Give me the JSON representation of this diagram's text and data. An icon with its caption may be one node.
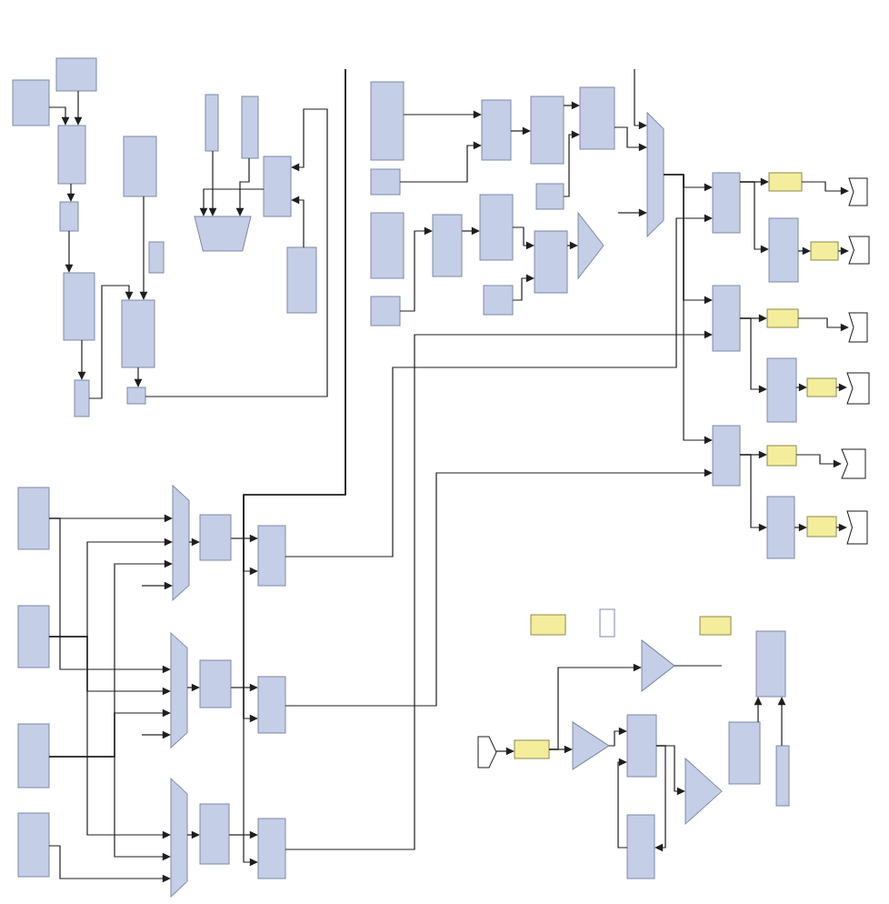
{
  "diagram": {
    "nodes": [
      {
        "text": [],
        "shape": "box"
      },
      {
        "text": [],
        "shape": "box"
      },
      {
        "text": [],
        "shape": "box"
      },
      {
        "text": [],
        "shape": "box"
      },
      {
        "text": [],
        "shape": "box"
      },
      {
        "text": [],
        "shape": "box"
      },
      {
        "text": [],
        "shape": "box"
      },
      {
        "text": [],
        "shape": "box"
      },
      {
        "text": [],
        "shape": "box"
      },
      {
        "text": [],
        "shape": "box"
      },
      {
        "text": [],
        "shape": "box"
      },
      {
        "text": [],
        "shape": "box"
      },
      {
        "text": [],
        "shape": "trapezoid"
      },
      {
        "text": [],
        "shape": "box"
      },
      {
        "text": [],
        "shape": "box"
      },
      {
        "text": [],
        "shape": "box"
      },
      {
        "text": [],
        "shape": "box"
      },
      {
        "text": [],
        "shape": "box"
      },
      {
        "text": [],
        "shape": "box"
      },
      {
        "text": [],
        "shape": "box"
      },
      {
        "text": [],
        "shape": "box"
      },
      {
        "text": [],
        "shape": "box"
      },
      {
        "text": [],
        "shape": "box"
      },
      {
        "text": [],
        "shape": "box"
      },
      {
        "text": [],
        "shape": "box"
      },
      {
        "text": [],
        "shape": "box"
      },
      {
        "text": [],
        "shape": "box"
      },
      {
        "text": [],
        "shape": "triangle"
      },
      {
        "text": [],
        "shape": "trapezoid"
      },
      {
        "text": [],
        "shape": "box"
      },
      {
        "text": [],
        "shape": "box"
      },
      {
        "text": [],
        "shape": "pentagon"
      },
      {
        "text": [],
        "shape": "box"
      },
      {
        "text": [],
        "shape": "box"
      },
      {
        "text": [],
        "shape": "pentagon"
      },
      {
        "text": [],
        "shape": "box"
      },
      {
        "text": [],
        "shape": "box"
      },
      {
        "text": [],
        "shape": "pentagon"
      },
      {
        "text": [],
        "shape": "box"
      },
      {
        "text": [],
        "shape": "box"
      },
      {
        "text": [],
        "shape": "pentagon"
      },
      {
        "text": [],
        "shape": "box"
      },
      {
        "text": [],
        "shape": "box"
      },
      {
        "text": [],
        "shape": "pentagon"
      },
      {
        "text": [],
        "shape": "box"
      },
      {
        "text": [],
        "shape": "box"
      },
      {
        "text": [],
        "shape": "pentagon"
      },
      {
        "text": [],
        "shape": "box"
      },
      {
        "text": [],
        "shape": "box"
      },
      {
        "text": [],
        "shape": "box"
      },
      {
        "text": [],
        "shape": "box"
      },
      {
        "text": [],
        "shape": "trapezoid"
      },
      {
        "text": [],
        "shape": "box"
      },
      {
        "text": [],
        "shape": "box"
      },
      {
        "text": [],
        "shape": "trapezoid"
      },
      {
        "text": [],
        "shape": "box"
      },
      {
        "text": [],
        "shape": "box"
      },
      {
        "text": [],
        "shape": "trapezoid"
      },
      {
        "text": [],
        "shape": "box"
      },
      {
        "text": [],
        "shape": "box"
      },
      {
        "text": [],
        "shape": "box"
      },
      {
        "text": [],
        "shape": "box"
      },
      {
        "text": [],
        "shape": "box"
      },
      {
        "text": [],
        "shape": "triangle"
      },
      {
        "text": [],
        "shape": "box"
      },
      {
        "text": [],
        "shape": "pentagon"
      },
      {
        "text": [],
        "shape": "box"
      },
      {
        "text": [],
        "shape": "triangle"
      },
      {
        "text": [],
        "shape": "box"
      },
      {
        "text": [],
        "shape": "triangle"
      },
      {
        "text": [],
        "shape": "box"
      },
      {
        "text": [],
        "shape": "box"
      },
      {
        "text": [],
        "shape": "box"
      }
    ],
    "edges": [
      {
        "from": 0,
        "to": 2,
        "arrow": "to"
      },
      {
        "from": 1,
        "to": 2,
        "arrow": "to"
      },
      {
        "from": 2,
        "to": 3,
        "arrow": "to"
      },
      {
        "from": 3,
        "to": 4,
        "arrow": "to"
      },
      {
        "from": 4,
        "to": 5,
        "arrow": "to"
      },
      {
        "from": 5,
        "to": 8,
        "arrow": "to"
      },
      {
        "from": 6,
        "to": 8,
        "arrow": "to"
      },
      {
        "from": 8,
        "to": 9,
        "arrow": "to"
      },
      {
        "from": 9,
        "to": 13,
        "arrow": "to"
      },
      {
        "from": 14,
        "to": 13,
        "arrow": "to"
      },
      {
        "from": 10,
        "to": 12,
        "arrow": "to"
      },
      {
        "from": 11,
        "to": 12,
        "arrow": "to"
      },
      {
        "from": 13,
        "to": 12,
        "arrow": "to"
      },
      {
        "from": 15,
        "to": 19,
        "arrow": "to"
      },
      {
        "from": 16,
        "to": 19,
        "arrow": "to"
      },
      {
        "from": 19,
        "to": 20,
        "arrow": "to"
      },
      {
        "from": 20,
        "to": 22,
        "arrow": "to"
      },
      {
        "from": 21,
        "to": 22,
        "arrow": "to"
      },
      {
        "from": 22,
        "to": 28,
        "arrow": "to"
      },
      {
        "from": null,
        "to": 28,
        "arrow": "to"
      },
      {
        "from": null,
        "to": 28,
        "arrow": "to"
      },
      {
        "from": 18,
        "to": 23,
        "arrow": "to"
      },
      {
        "from": 23,
        "to": 24,
        "arrow": "to"
      },
      {
        "from": 24,
        "to": 26,
        "arrow": "to"
      },
      {
        "from": 25,
        "to": 26,
        "arrow": "to"
      },
      {
        "from": 26,
        "to": 27,
        "arrow": "to"
      },
      {
        "from": 28,
        "to": 29,
        "arrow": "to"
      },
      {
        "from": 28,
        "to": 35,
        "arrow": "to"
      },
      {
        "from": 28,
        "to": 41,
        "arrow": "to"
      },
      {
        "from": 29,
        "to": 30,
        "arrow": "to"
      },
      {
        "from": 30,
        "to": 31,
        "arrow": "to"
      },
      {
        "from": 29,
        "to": 32,
        "arrow": "to"
      },
      {
        "from": 32,
        "to": 33,
        "arrow": "to"
      },
      {
        "from": 33,
        "to": 34,
        "arrow": "to"
      },
      {
        "from": 35,
        "to": 36,
        "arrow": "to"
      },
      {
        "from": 36,
        "to": 37,
        "arrow": "to"
      },
      {
        "from": 35,
        "to": 38,
        "arrow": "to"
      },
      {
        "from": 38,
        "to": 39,
        "arrow": "to"
      },
      {
        "from": 39,
        "to": 40,
        "arrow": "to"
      },
      {
        "from": 41,
        "to": 42,
        "arrow": "to"
      },
      {
        "from": 42,
        "to": 43,
        "arrow": "to"
      },
      {
        "from": 41,
        "to": 44,
        "arrow": "to"
      },
      {
        "from": 44,
        "to": 45,
        "arrow": "to"
      },
      {
        "from": 45,
        "to": 46,
        "arrow": "to"
      },
      {
        "from": 53,
        "to": 29,
        "arrow": "to"
      },
      {
        "from": 56,
        "to": 41,
        "arrow": "to"
      },
      {
        "from": 59,
        "to": 35,
        "arrow": "to"
      },
      {
        "from": 47,
        "to": 51,
        "arrow": "to"
      },
      {
        "from": 47,
        "to": 54,
        "arrow": "to"
      },
      {
        "from": 48,
        "to": 51,
        "arrow": "to"
      },
      {
        "from": 48,
        "to": 54,
        "arrow": "to"
      },
      {
        "from": 48,
        "to": 57,
        "arrow": "to"
      },
      {
        "from": 49,
        "to": 51,
        "arrow": "to"
      },
      {
        "from": 49,
        "to": 54,
        "arrow": "to"
      },
      {
        "from": 49,
        "to": 57,
        "arrow": "to"
      },
      {
        "from": 50,
        "to": 57,
        "arrow": "to"
      },
      {
        "from": null,
        "to": 51,
        "arrow": "to"
      },
      {
        "from": null,
        "to": 54,
        "arrow": "to"
      },
      {
        "from": 51,
        "to": 52,
        "arrow": "to"
      },
      {
        "from": 52,
        "to": 53,
        "arrow": "to"
      },
      {
        "from": 54,
        "to": 55,
        "arrow": "to"
      },
      {
        "from": 55,
        "to": 56,
        "arrow": "to"
      },
      {
        "from": 57,
        "to": 58,
        "arrow": "to"
      },
      {
        "from": 58,
        "to": 59,
        "arrow": "to"
      },
      {
        "from": null,
        "to": 53,
        "arrow": "to"
      },
      {
        "from": null,
        "to": 56,
        "arrow": "to"
      },
      {
        "from": null,
        "to": 59,
        "arrow": "to"
      },
      {
        "from": 65,
        "to": 66,
        "arrow": "to"
      },
      {
        "from": 66,
        "to": 67,
        "arrow": "to"
      },
      {
        "from": 66,
        "to": 63,
        "arrow": "to"
      },
      {
        "from": 67,
        "to": 68,
        "arrow": "to"
      },
      {
        "from": 68,
        "to": 69,
        "arrow": "to"
      },
      {
        "from": 68,
        "to": 70,
        "arrow": "to"
      },
      {
        "from": 70,
        "to": 68,
        "arrow": "to"
      },
      {
        "from": 63,
        "to": null,
        "arrow": "none"
      },
      {
        "from": 71,
        "to": 64,
        "arrow": "to"
      },
      {
        "from": 72,
        "to": 64,
        "arrow": "to"
      }
    ]
  }
}
